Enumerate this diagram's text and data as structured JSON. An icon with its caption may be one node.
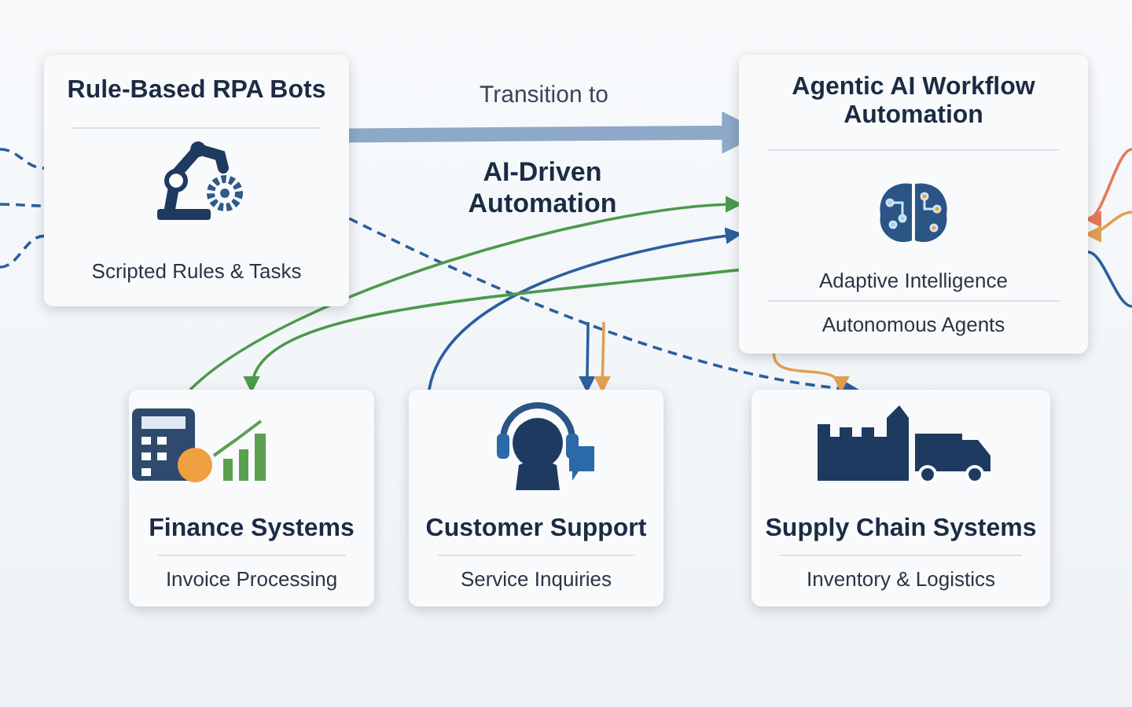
{
  "diagram": {
    "nodes": [
      {
        "text": [
          "Rule-Based RPA Bots",
          "Scripted Rules & Tasks"
        ]
      },
      {
        "text": [
          "Agentic AI Workflow Automation",
          "Adaptive Intelligence",
          "Autonomous Agents"
        ]
      },
      {
        "text": [
          "Finance Systems",
          "Invoice Processing"
        ]
      },
      {
        "text": [
          "Customer Support",
          "Service Inquiries"
        ]
      },
      {
        "text": [
          "Supply Chain Systems",
          "Inventory & Logistics"
        ]
      }
    ],
    "edges": [
      {
        "from": null,
        "to": 0,
        "arrow": "none",
        "style": "dashed"
      },
      {
        "from": null,
        "to": 0,
        "arrow": "none",
        "style": "dashed"
      },
      {
        "from": null,
        "to": 0,
        "arrow": "none",
        "style": "dashed"
      },
      {
        "from": 0,
        "to": 4,
        "arrow": "to",
        "style": "dashed"
      },
      {
        "from": 0,
        "to": 1,
        "arrow": "to",
        "label": "Transition to",
        "style": "thick",
        "color": "#8ea8c8"
      },
      {
        "from": 2,
        "to": 1,
        "arrow": "to",
        "color": "#4c9a4c"
      },
      {
        "from": 3,
        "to": 1,
        "arrow": "to"
      },
      {
        "from": 1,
        "to": 4,
        "arrow": "to",
        "color": "#e0a050"
      },
      {
        "from": null,
        "to": 3,
        "arrow": "to"
      },
      {
        "from": null,
        "to": 3,
        "arrow": "to",
        "color": "#e0a050"
      },
      {
        "from": null,
        "to": 1,
        "arrow": "to",
        "color": "#e07a5a"
      },
      {
        "from": null,
        "to": 1,
        "arrow": "to",
        "color": "#e0a050"
      },
      {
        "from": 1,
        "to": null,
        "arrow": "none"
      },
      {
        "from": 1,
        "to": 2,
        "arrow": "to",
        "color": "#4c9a4c"
      }
    ],
    "labels": [
      "AI-Driven Automation"
    ]
  }
}
